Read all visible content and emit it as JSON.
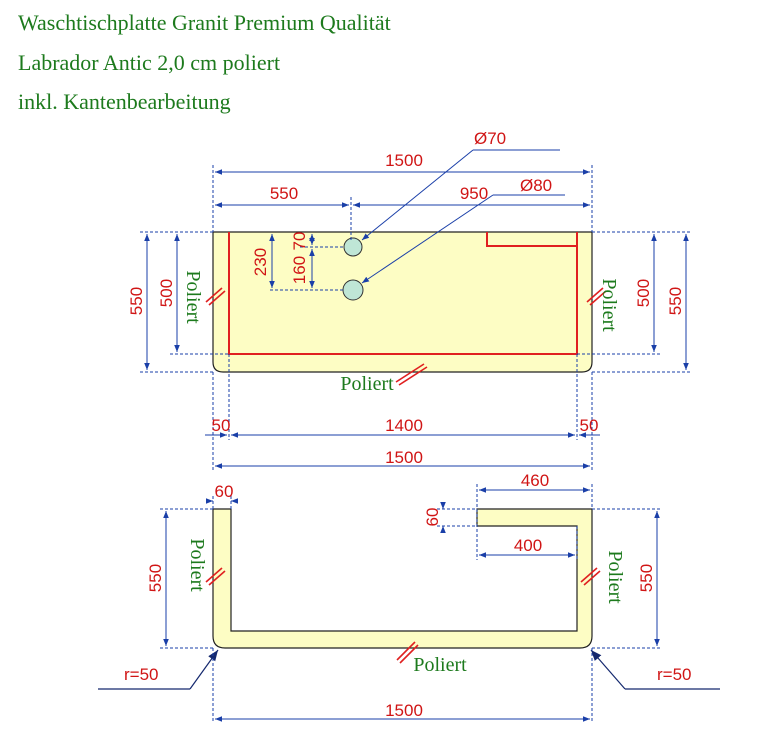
{
  "title": {
    "line1": "Waschtischplatte Granit Premium Qualität",
    "line2": "Labrador Antic 2,0 cm poliert",
    "line3": "inkl. Kantenbearbeitung"
  },
  "top_view": {
    "overall_width": "1500",
    "left_offset": "550",
    "right_offset": "950",
    "hole1_diameter": "Ø70",
    "hole2_diameter": "Ø80",
    "hole_spacing": "230",
    "hole1_offset": "70",
    "hole2_offset": "160",
    "depth_outer_left": "550",
    "depth_inner_left": "500",
    "depth_outer_right": "550",
    "depth_inner_right": "500",
    "edge_left": "Poliert",
    "edge_right": "Poliert",
    "edge_front": "Poliert",
    "inset_left": "50",
    "inset_right": "50",
    "inner_width": "1400",
    "bottom_width": "1500"
  },
  "bottom_view": {
    "left_strip_width": "60",
    "right_top_width": "460",
    "right_inner_width": "400",
    "right_strip_height": "60",
    "depth_left": "550",
    "depth_right": "550",
    "edge_left": "Poliert",
    "edge_right": "Poliert",
    "edge_front": "Poliert",
    "radius_left": "r=50",
    "radius_right": "r=50",
    "overall_width": "1500"
  }
}
